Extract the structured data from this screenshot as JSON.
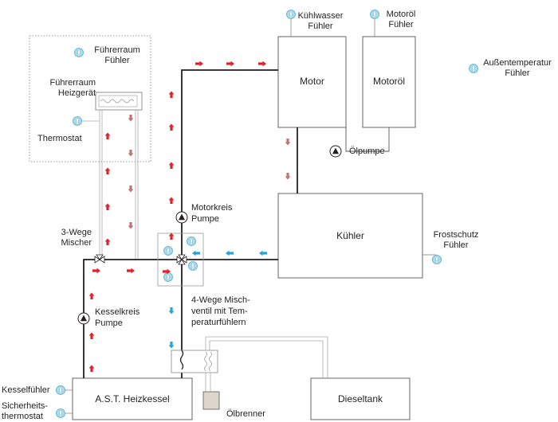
{
  "labels": {
    "fuehrerraum_fuehler": "Führerraum\nFühler",
    "fuehrerraum_heizgeraet": "Führerraum\nHeizgerät",
    "thermostat": "Thermostat",
    "kuehlwasser_fuehler": "Kühlwasser\nFühler",
    "motoroel_fuehler": "Motoröl\nFühler",
    "aussentemperatur_fuehler": "Außentemperatur\nFühler",
    "motor": "Motor",
    "motoroel": "Motoröl",
    "oelpumpe": "Ölpumpe",
    "motorkreis_pumpe": "Motorkreis\nPumpe",
    "kuehler": "Kühler",
    "frostschutz_fuehler": "Frostschutz\nFühler",
    "dreiwege_mischer": "3-Wege\nMischer",
    "kesselkreis_pumpe": "Kesselkreis\nPumpe",
    "vierwege_mischventil": "4-Wege Misch-\nventil mit Tem-\nperaturfühlern",
    "kesselfuehler": "Kesselfühler",
    "sicherheitsthermostat": "Sicherheits-\nthermostat",
    "heizkessel": "A.S.T. Heizkessel",
    "oelbrenner": "Ölbrenner",
    "dieseltank": "Dieseltank"
  },
  "colors": {
    "hot_arrow": "#e3202a",
    "warm_arrow": "#c0737a",
    "cold_arrow": "#29a3d6",
    "sensor": "#7fc8e6",
    "pipe": "#231f20",
    "thin_pipe": "#9a9a9a",
    "burner": "#ddd6cc"
  },
  "icons": {
    "sensor": "temperature-sensor-icon",
    "pump": "pump-icon",
    "valve": "mixing-valve-icon"
  }
}
